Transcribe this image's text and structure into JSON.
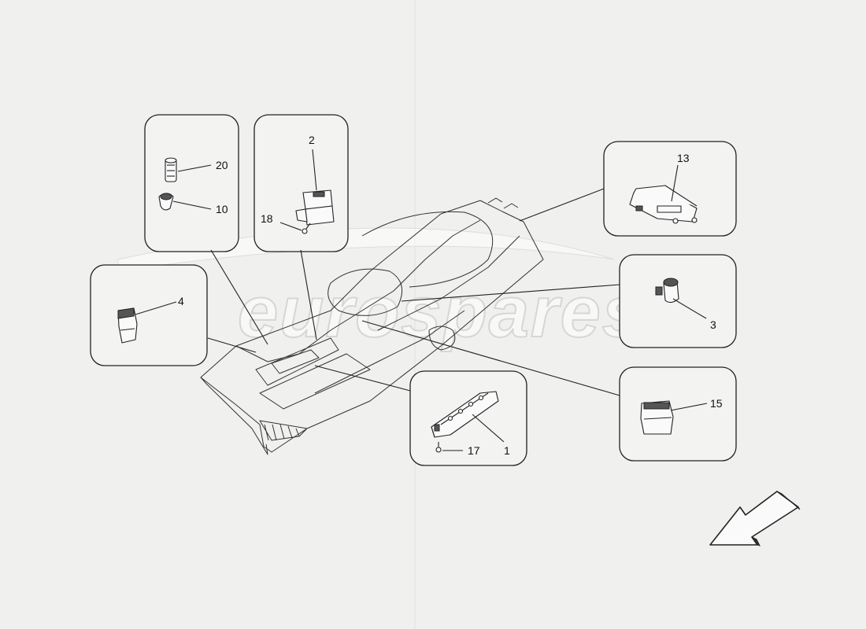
{
  "watermark": "eurospares",
  "callouts": {
    "c20": "20",
    "c10": "10",
    "c2": "2",
    "c18": "18",
    "c13": "13",
    "c4": "4",
    "c3": "3",
    "c15": "15",
    "c17": "17",
    "c1": "1"
  },
  "colors": {
    "line": "#222222",
    "background": "#f0f0ee"
  }
}
